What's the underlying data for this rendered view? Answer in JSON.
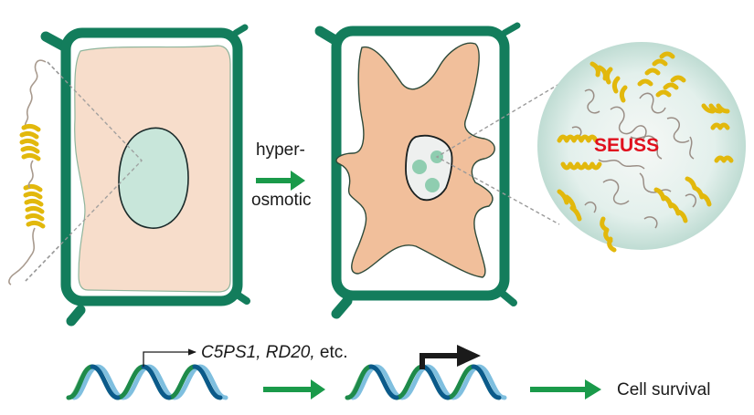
{
  "stimulus": {
    "line1": "hyper-",
    "line2": "osmotic"
  },
  "condensate": {
    "label": "SEUSS"
  },
  "genes": {
    "names": "C5PS1, RD20,",
    "suffix": " etc."
  },
  "outcome": {
    "label": "Cell survival"
  },
  "colors": {
    "cell_wall": "#137d5c",
    "cytoplasm_normal": "#f7ddcb",
    "cytoplasm_shrunk": "#f1bf9b",
    "nucleus": "#c8e6da",
    "droplet": "#8fcdb0",
    "helix": "#e8c21c",
    "arrow": "#1a9a4a",
    "seuss_text": "#e0101e",
    "dna_dark": "#0b5a8a",
    "dna_light": "#7fbfdf",
    "dna_green": "#1e8a4a",
    "dna_pale_green": "#8fcca0"
  }
}
